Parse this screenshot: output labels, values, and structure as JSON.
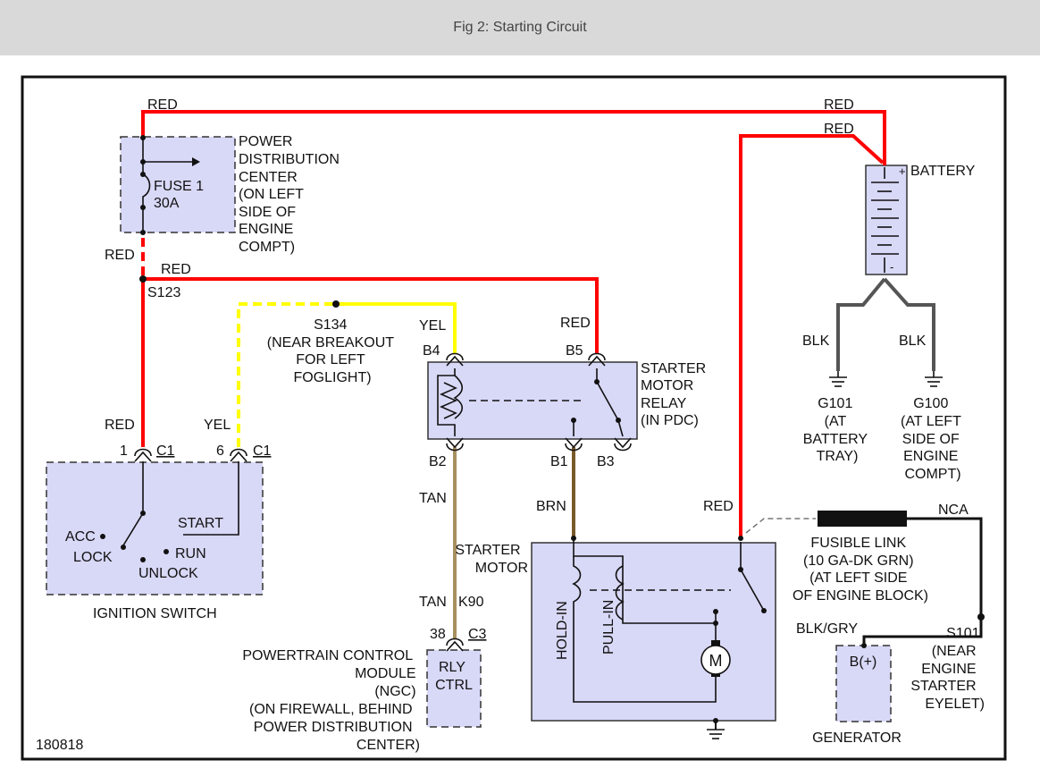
{
  "title": "Fig 2: Starting Circuit",
  "figure_id": "180818",
  "colors": {
    "red": "#ff0000",
    "yellow": "#ffff00",
    "tan": "#a89060",
    "brown": "#7a5a2a",
    "black": "#333333",
    "gray": "#555555",
    "component_fill": "#d8d8f7"
  },
  "wire_labels": {
    "red_top_left": "RED",
    "red_top_right_1": "RED",
    "red_top_right_2": "RED",
    "red_left": "RED",
    "red_s123": "RED",
    "red_b5": "RED",
    "yel_b4": "YEL",
    "red_switch": "RED",
    "yel_switch": "YEL",
    "tan_upper": "TAN",
    "tan_lower": "TAN",
    "k90": "K90",
    "brn": "BRN",
    "red_motor": "RED",
    "blk_1": "BLK",
    "blk_2": "BLK",
    "nca": "NCA",
    "blk_gry": "BLK/GRY"
  },
  "pdc": {
    "label": [
      "POWER",
      "DISTRIBUTION",
      "CENTER",
      "(ON LEFT",
      "SIDE OF",
      "ENGINE",
      "COMPT)"
    ],
    "fuse": [
      "FUSE 1",
      "30A"
    ]
  },
  "splices": {
    "s123": "S123",
    "s134": [
      "S134",
      "(NEAR BREAKOUT",
      "FOR LEFT",
      "FOGLIGHT)"
    ],
    "s101": [
      "S101",
      "(NEAR",
      "ENGINE",
      "STARTER",
      "EYELET)"
    ]
  },
  "relay": {
    "label": [
      "STARTER",
      "MOTOR",
      "RELAY",
      "(IN PDC)"
    ],
    "pins": {
      "b4": "B4",
      "b5": "B5",
      "b2": "B2",
      "b1": "B1",
      "b3": "B3"
    }
  },
  "battery": {
    "label": "BATTERY",
    "plus": "+",
    "minus": "-"
  },
  "grounds": {
    "g101": [
      "G101",
      "(AT",
      "BATTERY",
      "TRAY)"
    ],
    "g100": [
      "G100",
      "(AT LEFT",
      "SIDE OF",
      "ENGINE",
      "COMPT)"
    ]
  },
  "ignition_switch": {
    "label": "IGNITION SWITCH",
    "pin1": "1",
    "pin6": "6",
    "connector1": "C1",
    "connector2": "C1",
    "positions": {
      "acc": "ACC",
      "lock": "LOCK",
      "run": "RUN",
      "unlock": "UNLOCK",
      "start": "START"
    }
  },
  "pcm": {
    "label": [
      "POWERTRAIN CONTROL",
      "MODULE",
      "(NGC)",
      "(ON FIREWALL, BEHIND",
      "POWER DISTRIBUTION",
      "CENTER)"
    ],
    "pin": "38",
    "connector": "C3",
    "inner": [
      "RLY",
      "CTRL"
    ]
  },
  "starter": {
    "label": [
      "STARTER",
      "MOTOR"
    ],
    "hold_in": "HOLD-IN",
    "pull_in": "PULL-IN",
    "motor": "M"
  },
  "fusible_link": {
    "label": [
      "FUSIBLE LINK",
      "(10 GA-DK GRN)",
      "(AT LEFT SIDE",
      "OF ENGINE BLOCK)"
    ]
  },
  "generator": {
    "label": "GENERATOR",
    "terminal": "B(+)"
  }
}
